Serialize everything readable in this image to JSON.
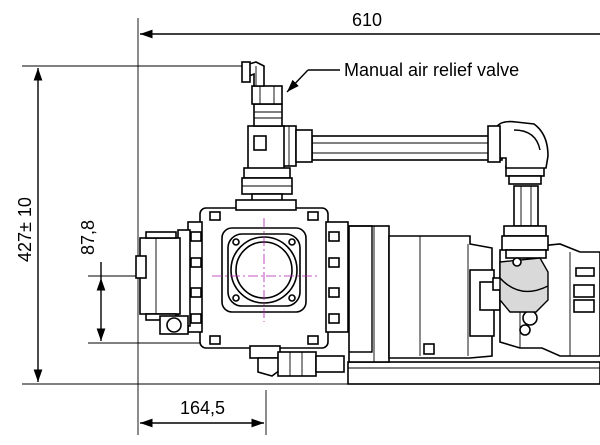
{
  "drawing": {
    "dimensions": {
      "overall_width": "610",
      "overall_height": "427± 10",
      "centre_height": "87,8",
      "centre_offset": "164,5"
    },
    "callouts": {
      "relief_valve": "Manual air relief valve"
    }
  }
}
